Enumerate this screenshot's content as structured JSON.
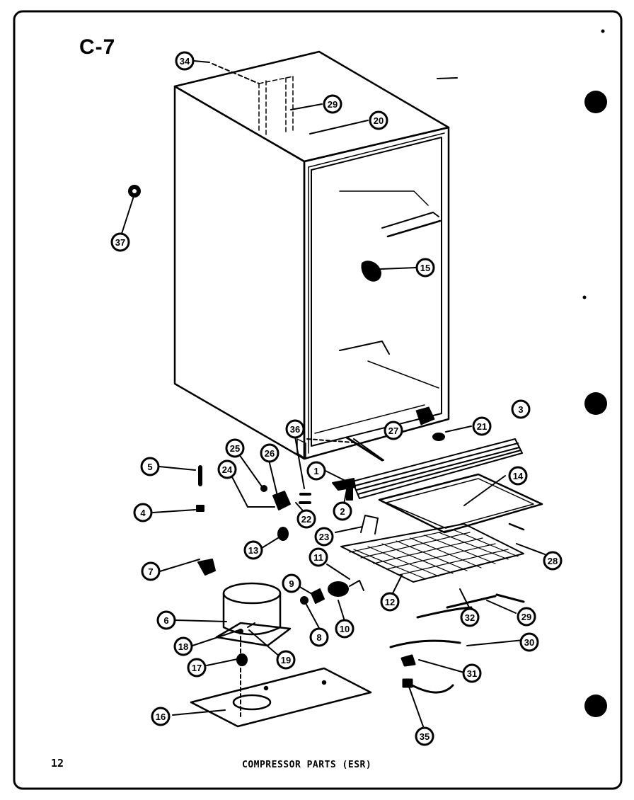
{
  "page": {
    "code": "C-7",
    "number": "12",
    "caption": "COMPRESSOR PARTS (ESR)"
  },
  "callouts": [
    "34",
    "29",
    "20",
    "37",
    "15",
    "3",
    "21",
    "27",
    "36",
    "25",
    "26",
    "5",
    "24",
    "1",
    "14",
    "4",
    "2",
    "22",
    "13",
    "23",
    "28",
    "7",
    "11",
    "9",
    "12",
    "6",
    "8",
    "10",
    "32",
    "29",
    "18",
    "30",
    "17",
    "19",
    "31",
    "16",
    "35"
  ],
  "colors": {
    "ink": "#000000",
    "paper": "#ffffff"
  }
}
